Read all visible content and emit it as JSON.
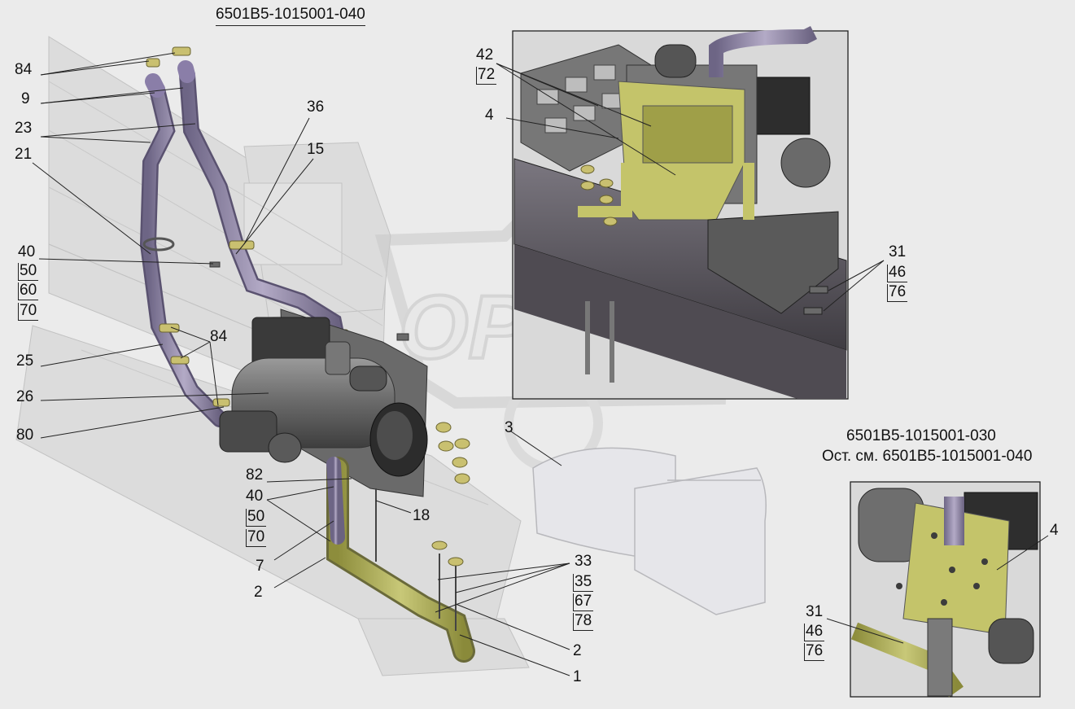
{
  "titles": {
    "main": "6501B5-1015001-040",
    "variant": "6501B5-1015001-030",
    "variant_note": "Ост. см. 6501B5-1015001-040"
  },
  "watermark": "OPEX",
  "labels_left": {
    "l84a": "84",
    "l9": "9",
    "l23": "23",
    "l21": "21",
    "l40": "40",
    "l50": "50",
    "l60": "60",
    "l70": "70",
    "l25": "25",
    "l26": "26",
    "l80": "80"
  },
  "labels_center": {
    "l36": "36",
    "l15": "15",
    "l84b": "84",
    "l82": "82",
    "l40b": "40",
    "l50b": "50",
    "l70b": "70",
    "l7": "7",
    "l2a": "2",
    "l18": "18",
    "l3": "3",
    "l33": "33",
    "l35": "35",
    "l67": "67",
    "l78": "78",
    "l2b": "2",
    "l1": "1"
  },
  "labels_inset_top": {
    "l42": "42",
    "l72": "72",
    "l4": "4",
    "l31": "31",
    "l46": "46",
    "l76": "76"
  },
  "labels_inset_bottom": {
    "l4": "4",
    "l31": "31",
    "l46": "46",
    "l76": "76"
  },
  "colors": {
    "background": "#ebebeb",
    "frame": "#cfcfcf",
    "pipe": "#8a80a0",
    "heater": "#707070",
    "bracket": "#b8b85a",
    "rail": "#5e5a60",
    "cover": "#e4e4e8"
  }
}
